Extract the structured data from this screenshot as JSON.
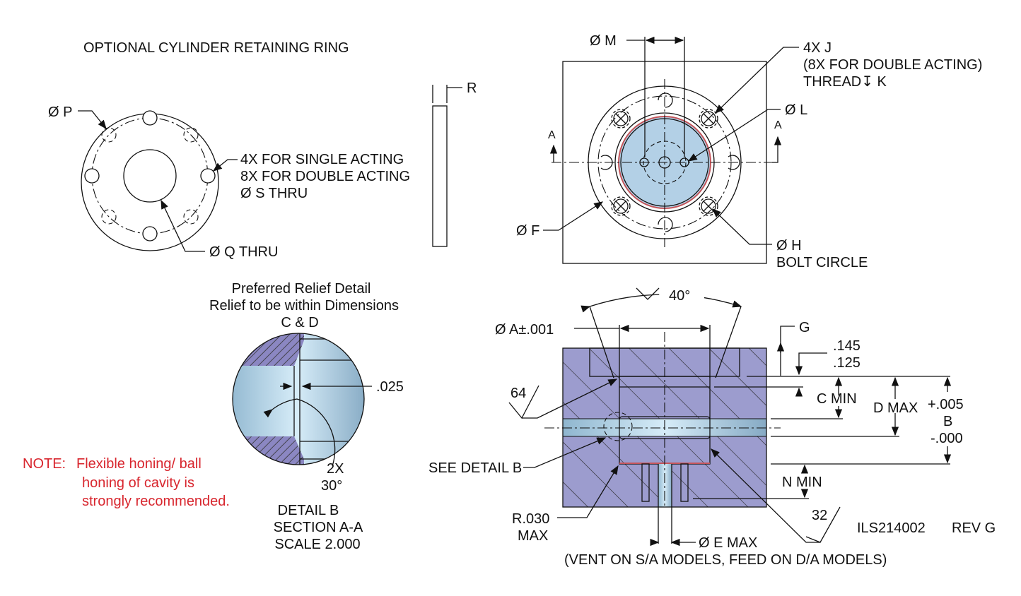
{
  "ring_view": {
    "title": "OPTIONAL CYLINDER RETAINING RING",
    "dia_p": "Ø P",
    "holes_note": [
      "4X FOR SINGLE ACTING",
      "8X FOR DOUBLE ACTING",
      "Ø S THRU"
    ],
    "dia_q": "Ø Q THRU",
    "thickness": "R"
  },
  "top_view": {
    "dia_m": "Ø M",
    "thread_note": [
      "4X J",
      "(8X FOR DOUBLE ACTING)",
      "THREAD↧ K"
    ],
    "dia_l": "Ø L",
    "section_left": "A",
    "section_right": "A",
    "dia_f": "Ø F",
    "dia_h": [
      "Ø H",
      "BOLT CIRCLE"
    ]
  },
  "detail_b": {
    "heading": [
      "Preferred Relief Detail",
      "Relief to be within Dimensions",
      "C & D"
    ],
    "dim_025": ".025",
    "angle": [
      "2X",
      "30°"
    ],
    "caption": [
      "DETAIL B",
      "SECTION  A-A",
      "SCALE  2.000"
    ]
  },
  "note": {
    "label": "NOTE:",
    "lines": [
      "Flexible honing/ ball",
      "honing of cavity is",
      "strongly recommended."
    ],
    "color": "#d8262e"
  },
  "section_view": {
    "angle": "40°",
    "dia_a": "Ø A±.001",
    "g": "G",
    "depth_max": ".145",
    "depth_min": ".125",
    "finish_64": "64",
    "c_min": "C MIN",
    "d_max": "D MAX",
    "b_tol": [
      "+.005",
      "B",
      "-.000"
    ],
    "see_detail": "SEE DETAIL B",
    "n_min": "N MIN",
    "radius": [
      "R.030",
      "MAX"
    ],
    "finish_32": "32",
    "dia_e": "Ø E MAX",
    "vent_note": "(VENT ON S/A MODELS, FEED ON D/A MODELS)",
    "drawing_number": "ILS214002",
    "revision": "REV G"
  },
  "colors": {
    "block_top": "#b3d0e6",
    "block_section": "#9c9cce",
    "bore": "#a9cfe6",
    "ring": "#d9d4d0"
  }
}
